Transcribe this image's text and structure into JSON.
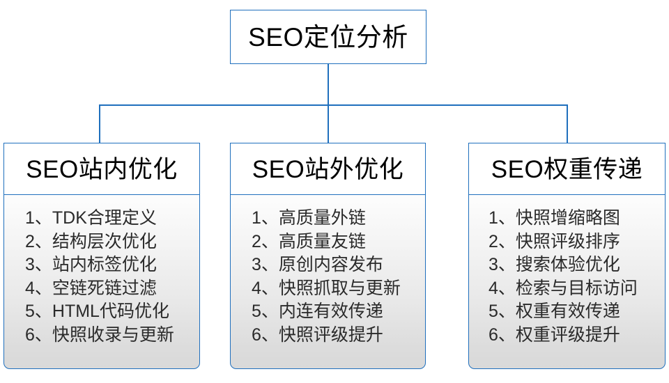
{
  "diagram": {
    "type": "org-chart",
    "root": {
      "title": "SEO定位分析"
    },
    "branches": [
      {
        "title": "SEO站内优化",
        "items": [
          "1、TDK合理定义",
          "2、结构层次优化",
          "3、站内标签优化",
          "4、空链死链过滤",
          "5、HTML代码优化",
          "6、快照收录与更新"
        ]
      },
      {
        "title": "SEO站外优化",
        "items": [
          "1、高质量外链",
          "2、高质量友链",
          "3、原创内容发布",
          "4、快照抓取与更新",
          "5、内连有效传递",
          "6、快照评级提升"
        ]
      },
      {
        "title": "SEO权重传递",
        "items": [
          "1、快照增缩略图",
          "2、快照评级排序",
          "3、搜索体验优化",
          "4、检索与目标访问",
          "5、权重有效传递",
          "6、权重评级提升"
        ]
      }
    ],
    "colors": {
      "border": "#1f6fbd",
      "connector": "#1f6fbd",
      "header_background": "#ffffff",
      "body_gradient_top": "#fdfdfd",
      "body_gradient_bottom": "#d9d9d9",
      "text": "#000000",
      "list_text": "#2a2a2a",
      "page_background": "#ffffff"
    }
  }
}
